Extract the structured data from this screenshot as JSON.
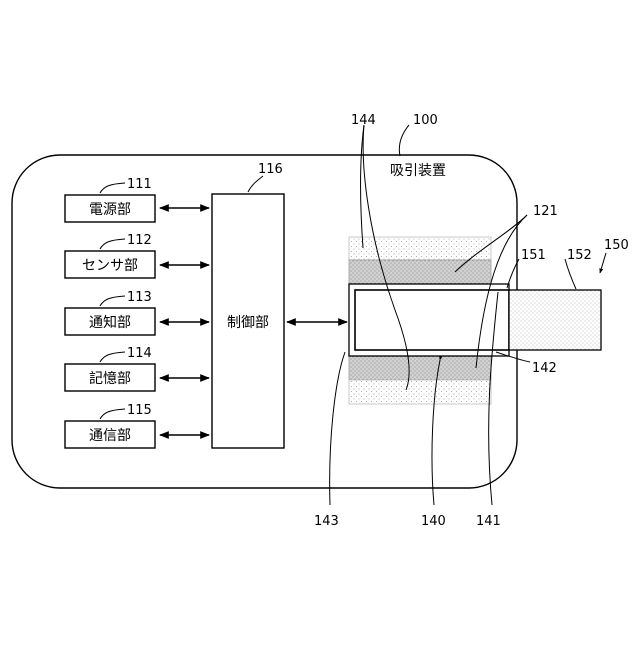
{
  "device": {
    "title": "吸引装置",
    "ref": "100"
  },
  "modules": [
    {
      "label": "電源部",
      "ref": "111"
    },
    {
      "label": "センサ部",
      "ref": "112"
    },
    {
      "label": "通知部",
      "ref": "113"
    },
    {
      "label": "記憶部",
      "ref": "114"
    },
    {
      "label": "通信部",
      "ref": "115"
    }
  ],
  "controller": {
    "label": "制御部",
    "ref": "116"
  },
  "refs": {
    "r121": "121",
    "r140": "140",
    "r141": "141",
    "r142": "142",
    "r143": "143",
    "r144": "144",
    "r150": "150",
    "r151": "151",
    "r152": "152"
  }
}
